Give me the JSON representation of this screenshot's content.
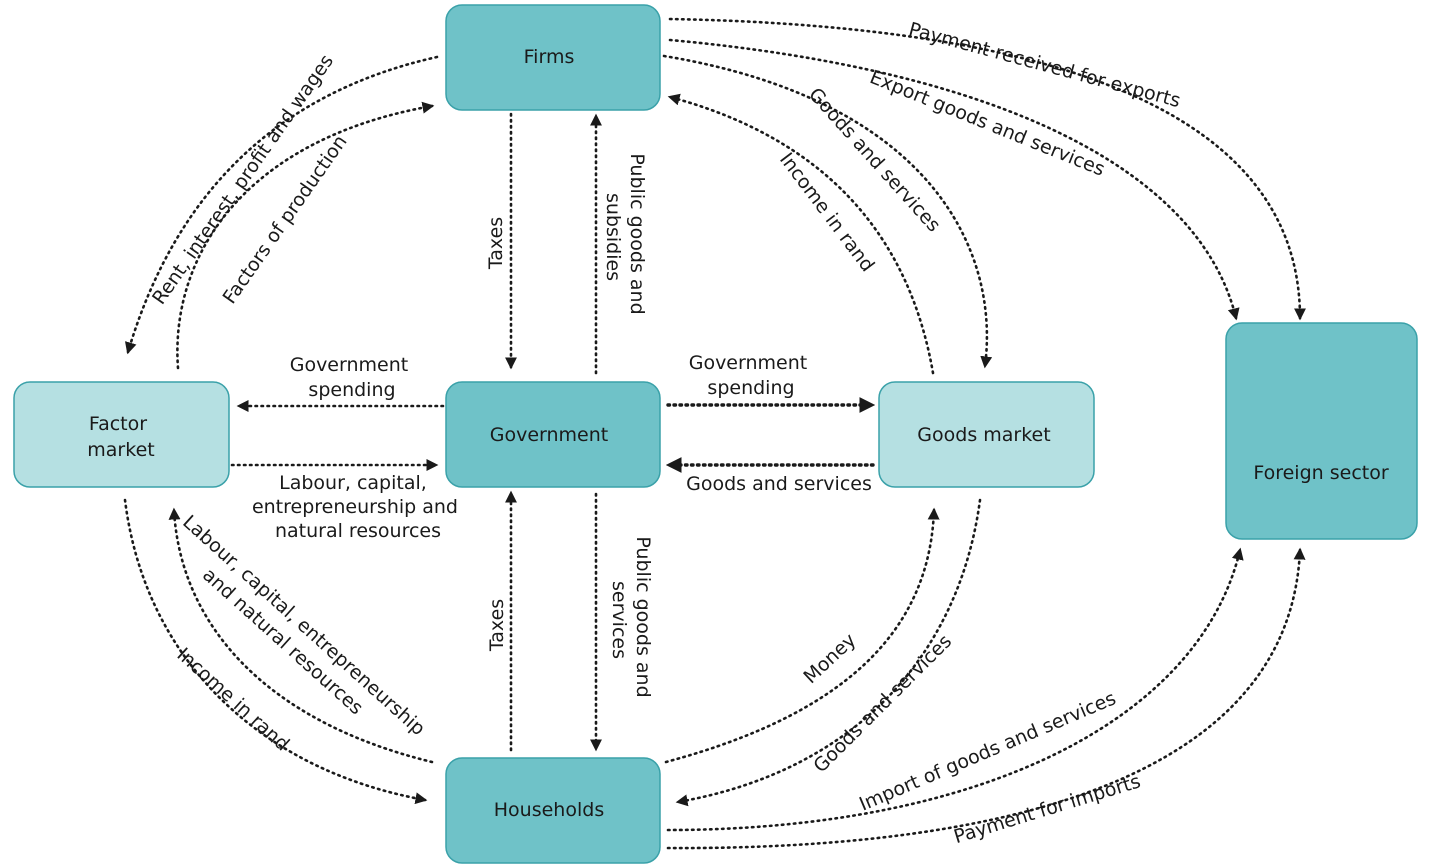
{
  "colors": {
    "node_dark": "#6fc2c8",
    "node_light": "#b5e0e2",
    "node_stroke": "#3aa1a9",
    "ink": "#1a1a1a"
  },
  "nodes": {
    "firms": [
      "Firms"
    ],
    "factor": [
      "Factor",
      "market"
    ],
    "government": [
      "Government"
    ],
    "goods": [
      "Goods market"
    ],
    "households": [
      "Households"
    ],
    "foreign": [
      "Foreign sector"
    ]
  },
  "labels": {
    "rent": [
      "Rent, interest, profit and wages"
    ],
    "factors_production": [
      "Factors of production"
    ],
    "taxes_firms": [
      "Taxes"
    ],
    "public_goods_subsidies": [
      "Public goods and",
      "subsidies"
    ],
    "income_rand_top": [
      "Income in rand"
    ],
    "goods_services_top": [
      "Goods and services"
    ],
    "export": [
      "Export goods and services"
    ],
    "payment_exports": [
      "Payment received for exports"
    ],
    "gov_spending_left": [
      "Government",
      "spending"
    ],
    "labour_left": [
      "Labour, capital,",
      "entrepreneurship and",
      "natural resources"
    ],
    "gov_spending_right": [
      "Government",
      "spending"
    ],
    "goods_services_mid": [
      "Goods and services"
    ],
    "taxes_households": [
      "Taxes"
    ],
    "public_goods_services": [
      "Public goods and",
      "services"
    ],
    "labour_bottom": [
      "Labour, capital, entrepreneurship",
      "and natural resources"
    ],
    "income_rand_bottom": [
      "Income in rand"
    ],
    "money": [
      "Money"
    ],
    "goods_services_bottom": [
      "Goods and services"
    ],
    "import": [
      "Import of goods and services"
    ],
    "payment_imports": [
      "Payment for imports"
    ]
  }
}
